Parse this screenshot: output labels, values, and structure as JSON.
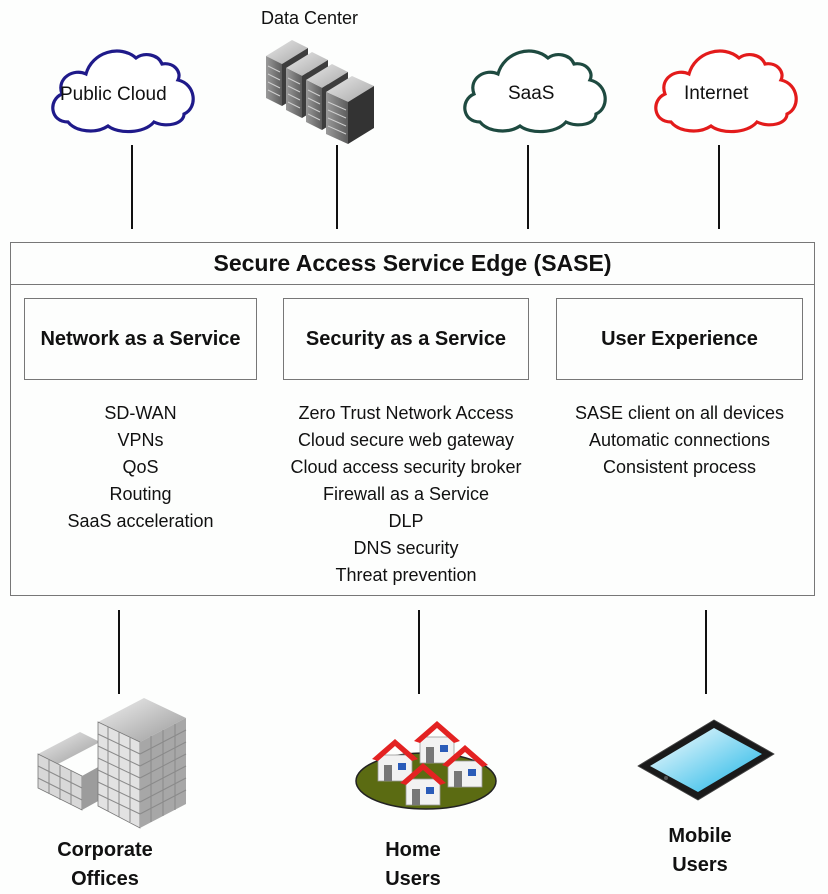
{
  "diagram": {
    "title": "Secure Access Service Edge (SASE)",
    "colors": {
      "public_cloud": "#1f1a8a",
      "saas": "#1e4a40",
      "internet": "#e31b1b",
      "line": "#111111",
      "box_border": "#777777"
    },
    "top_resources": [
      {
        "label": "Public Cloud",
        "icon": "cloud-icon"
      },
      {
        "label": "Data Center",
        "icon": "server-rack-icon"
      },
      {
        "label": "SaaS",
        "icon": "cloud-icon"
      },
      {
        "label": "Internet",
        "icon": "cloud-icon"
      }
    ],
    "pillars": [
      {
        "title": "Network as a Service",
        "items": [
          "SD-WAN",
          "VPNs",
          "QoS",
          "Routing",
          "SaaS acceleration"
        ]
      },
      {
        "title": "Security as a Service",
        "items": [
          "Zero Trust Network Access",
          "Cloud secure web gateway",
          "Cloud access security broker",
          "Firewall as a Service",
          "DLP",
          "DNS security",
          "Threat prevention"
        ]
      },
      {
        "title": "User Experience",
        "items": [
          "SASE client on all devices",
          "Automatic connections",
          "Consistent process"
        ]
      }
    ],
    "bottom_users": [
      {
        "line1": "Corporate",
        "line2": "Offices",
        "icon": "office-building-icon"
      },
      {
        "line1": "Home",
        "line2": "Users",
        "icon": "houses-icon"
      },
      {
        "line1": "Mobile",
        "line2": "Users",
        "icon": "tablet-icon"
      }
    ]
  }
}
